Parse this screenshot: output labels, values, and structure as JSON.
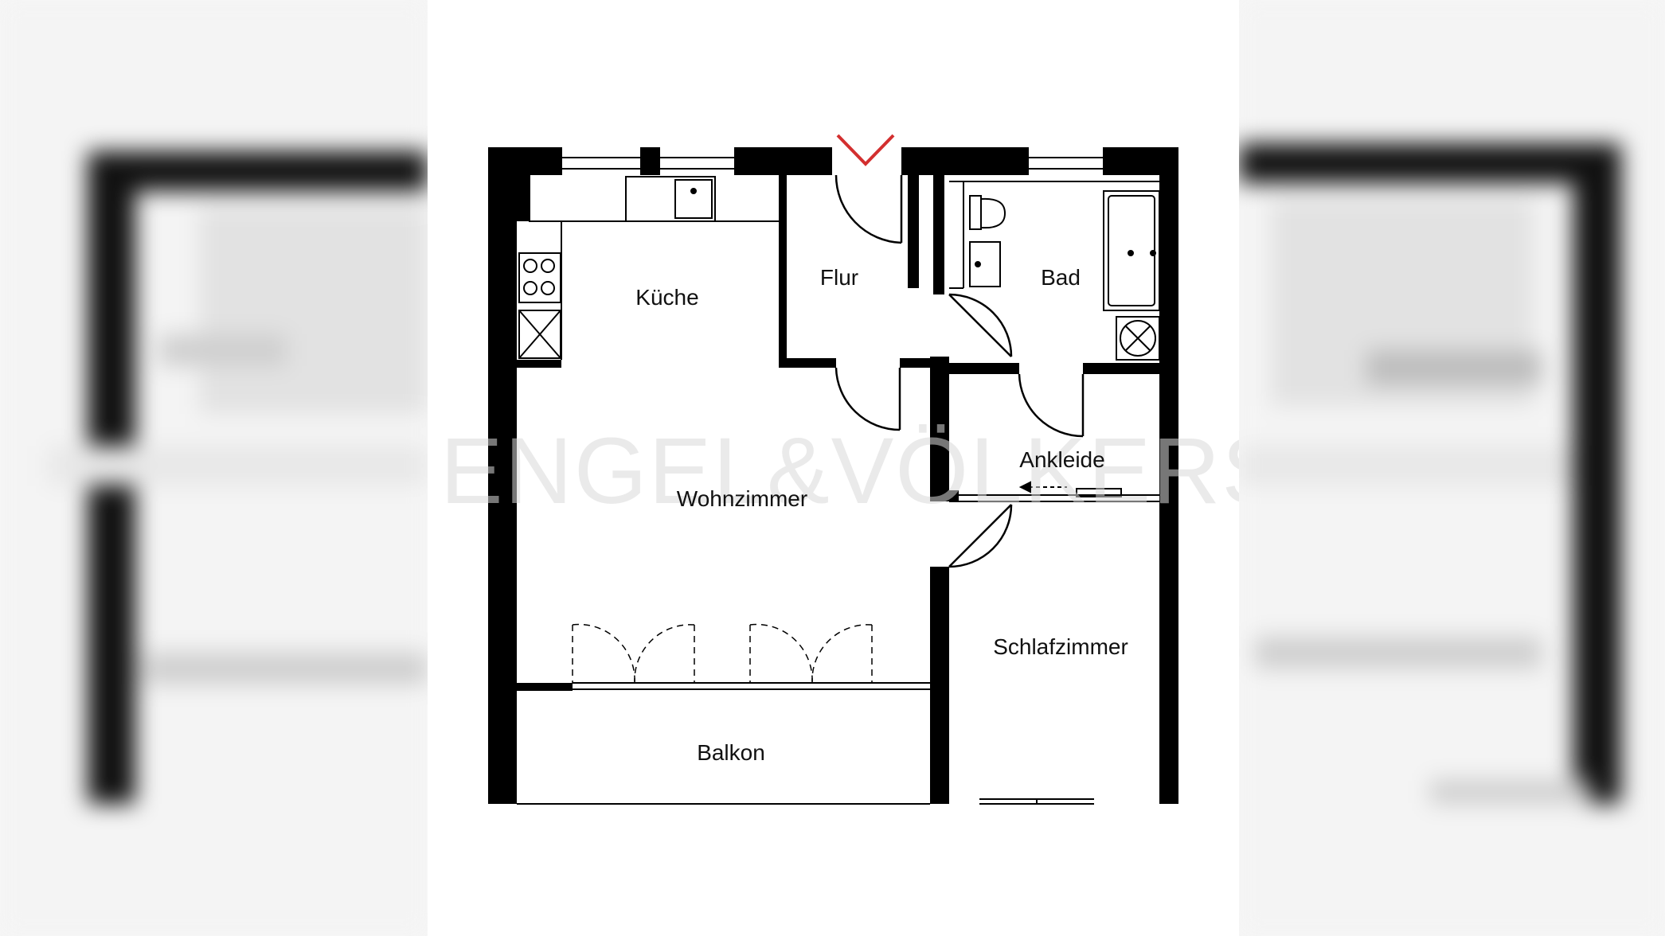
{
  "rooms": {
    "kueche": "Küche",
    "flur": "Flur",
    "bad": "Bad",
    "ankleide": "Ankleide",
    "wohnzimmer": "Wohnzimmer",
    "schlafzimmer": "Schlafzimmer",
    "balkon": "Balkon"
  },
  "watermark": "ENGEL&VÖLKERS",
  "colors": {
    "wall": "#000000",
    "entrance_marker": "#d32f2f",
    "watermark": "#d8d8d8"
  },
  "icons": {
    "entrance": "entrance-chevron-icon",
    "sink": "sink-icon",
    "stove": "stove-icon",
    "toilet": "toilet-icon",
    "bathtub": "bathtub-icon",
    "shower": "shower-tray-icon",
    "sliding_door": "sliding-door-arrow-icon"
  }
}
